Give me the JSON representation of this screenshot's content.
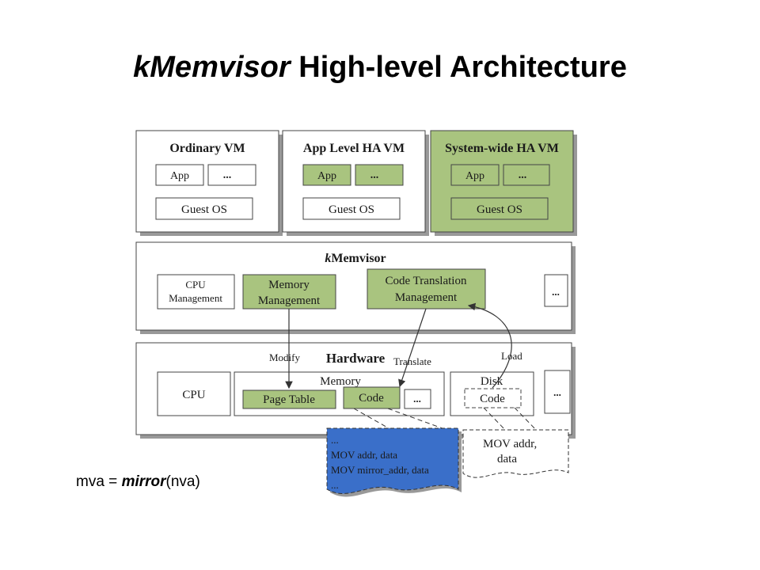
{
  "title": {
    "prefix": "kMemvisor",
    "rest": "High-level Architecture"
  },
  "colors": {
    "green": "#a9c47f",
    "blue": "#3a6fc9",
    "box_border": "#444444"
  },
  "vms": [
    {
      "label": "Ordinary VM",
      "app": "App",
      "more": "...",
      "os": "Guest OS"
    },
    {
      "label": "App Level HA VM",
      "app": "App",
      "more": "...",
      "os": "Guest OS"
    },
    {
      "label": "System-wide HA VM",
      "app": "App",
      "more": "...",
      "os": "Guest OS"
    }
  ],
  "kmemvisor": {
    "label_italic": "k",
    "label_rest": "Memvisor",
    "cpu_mgmt": [
      "CPU",
      "Management"
    ],
    "mem_mgmt": [
      "Memory",
      "Management"
    ],
    "code_mgmt": [
      "Code Translation",
      "Management"
    ],
    "more": "..."
  },
  "hardware": {
    "label": "Hardware",
    "cpu": "CPU",
    "memory": "Memory",
    "page_table": "Page Table",
    "code": "Code",
    "more": "...",
    "disk": "Disk",
    "disk_code": "Code",
    "side_more": "..."
  },
  "arrows": {
    "modify": "Modify",
    "translate": "Translate",
    "load": "Load"
  },
  "blue_doc": {
    "lines": [
      "...",
      "MOV addr, data",
      "MOV mirror_addr, data",
      "..."
    ]
  },
  "white_doc": {
    "lines": [
      "MOV addr,",
      "data"
    ]
  },
  "caption": {
    "prefix": "mva = ",
    "fn": "mirror",
    "suffix": "(nva)"
  }
}
